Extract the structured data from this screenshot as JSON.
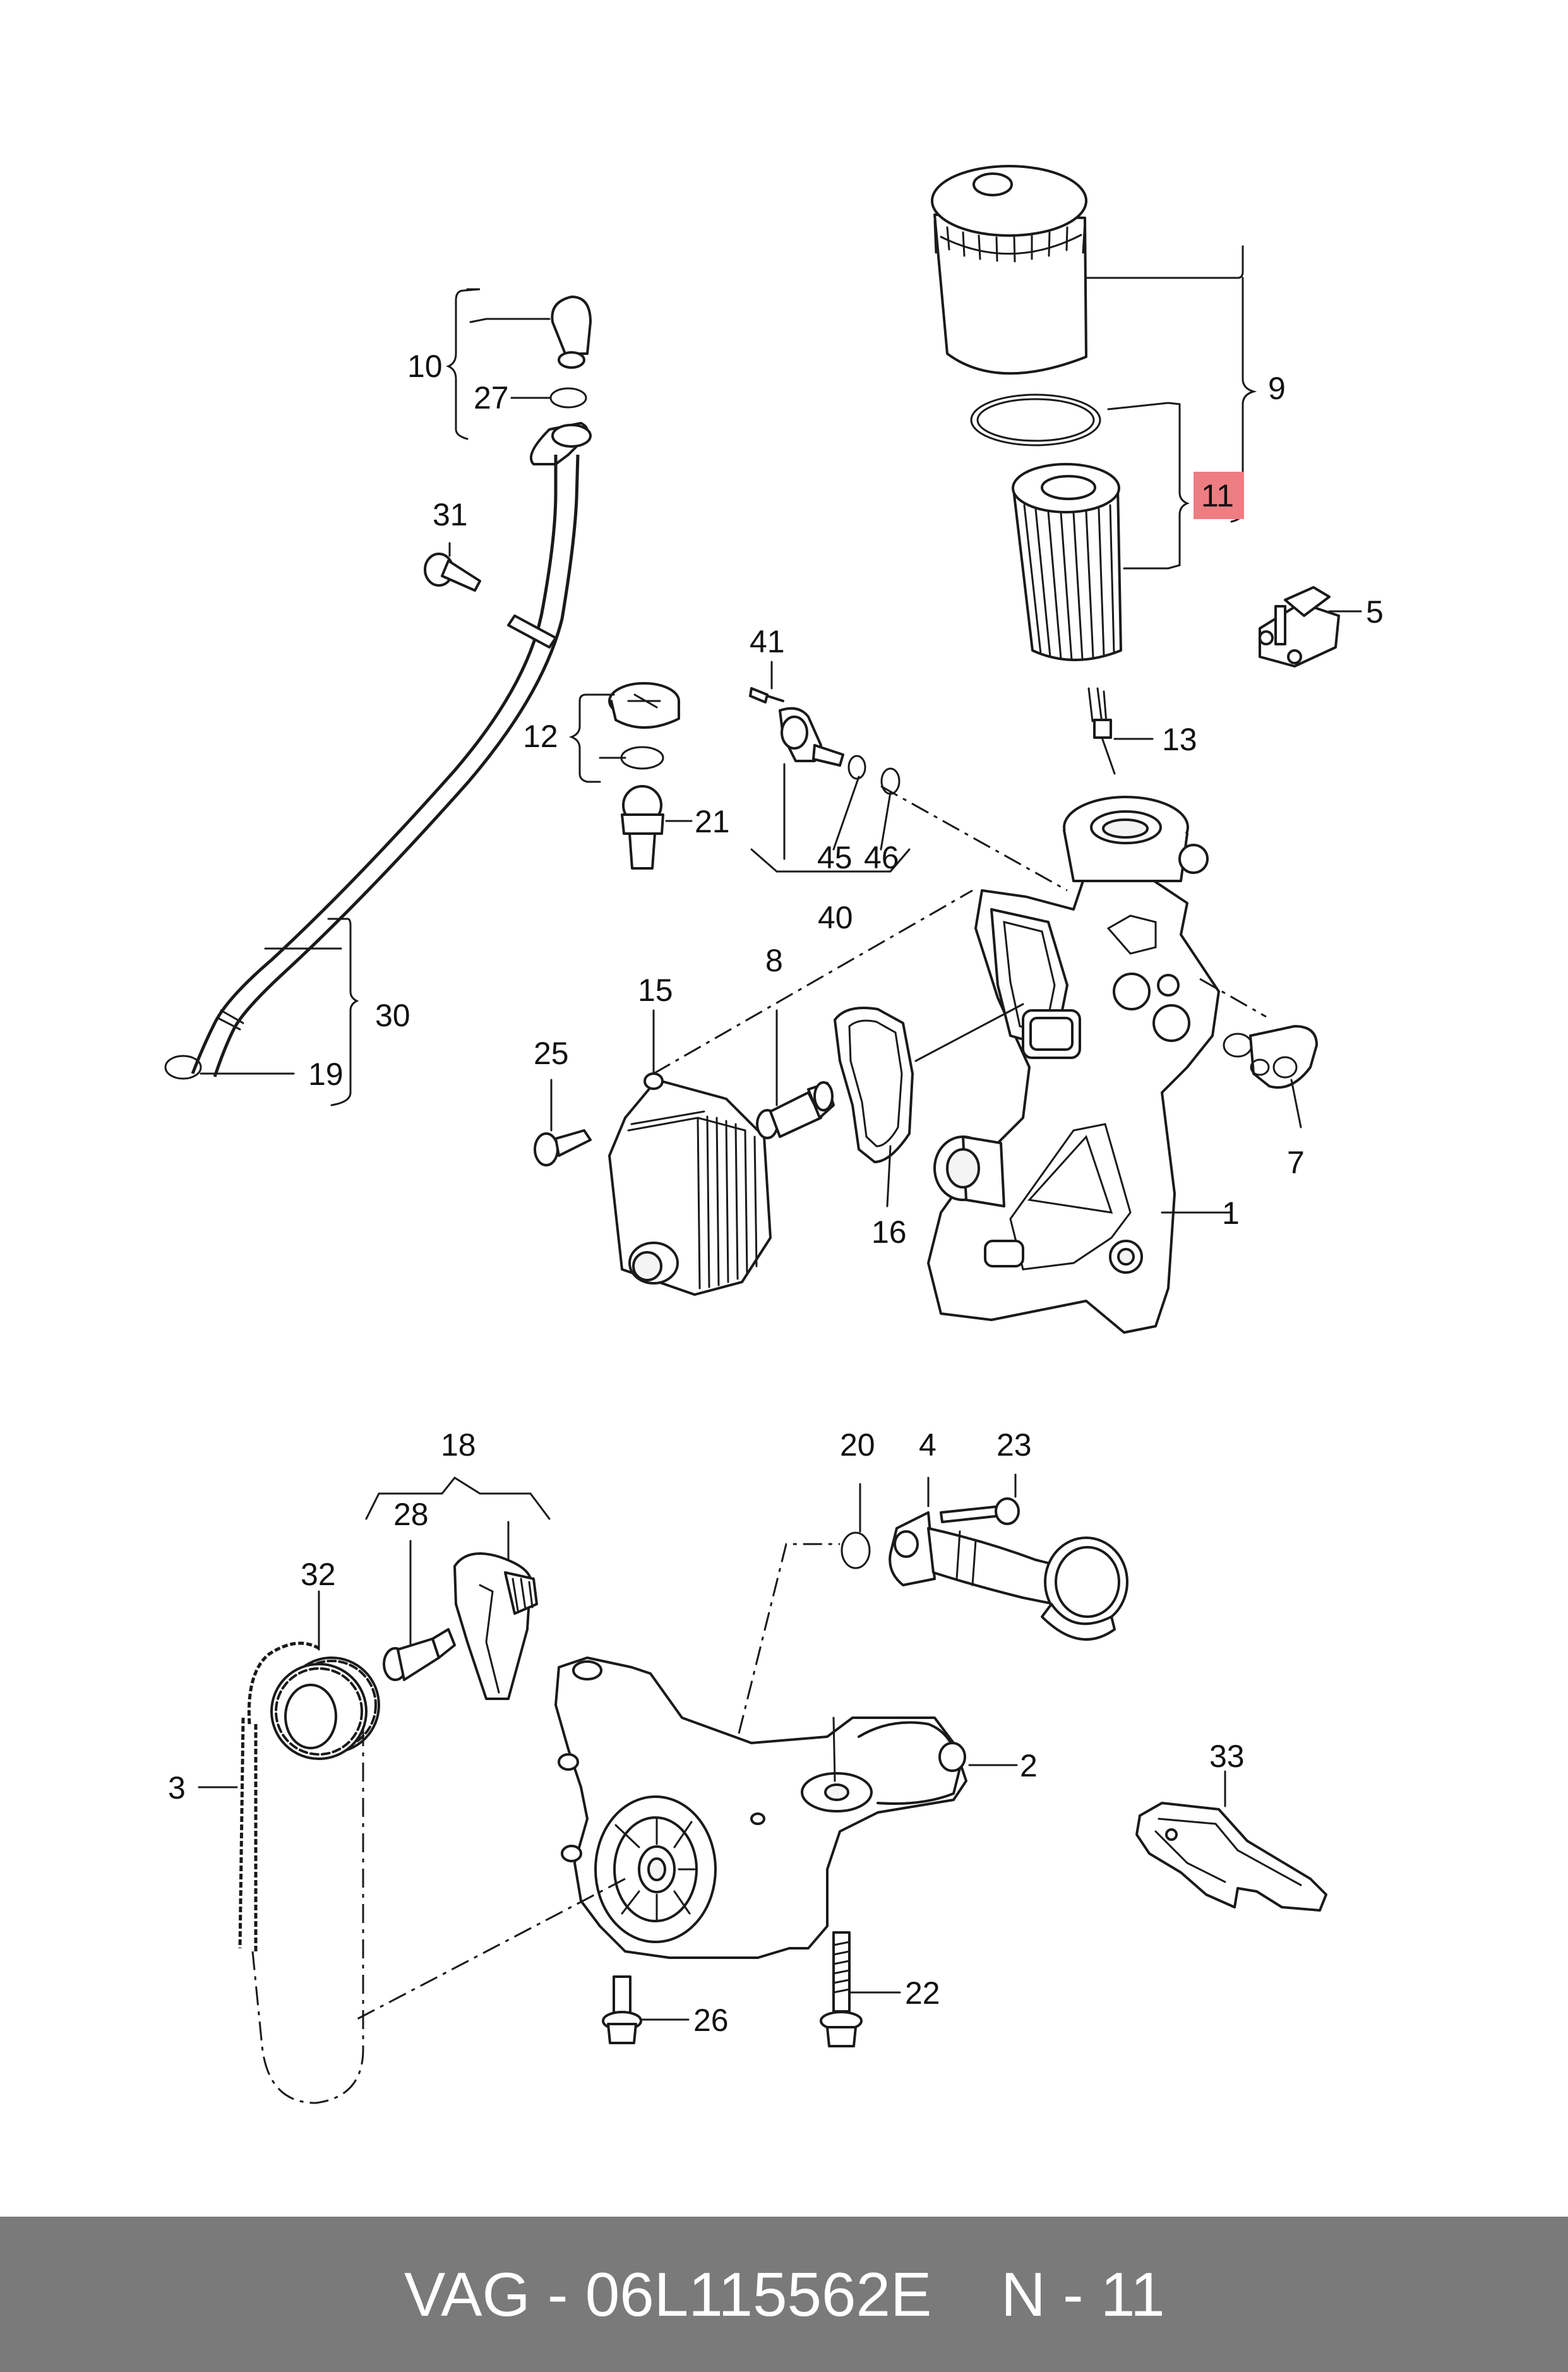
{
  "callouts": {
    "c1": "1",
    "c2": "2",
    "c3": "3",
    "c4": "4",
    "c5": "5",
    "c7": "7",
    "c8": "8",
    "c9": "9",
    "c10": "10",
    "c11": "11",
    "c12": "12",
    "c13": "13",
    "c15": "15",
    "c16": "16",
    "c18": "18",
    "c19": "19",
    "c20": "20",
    "c21": "21",
    "c22": "22",
    "c23": "23",
    "c25": "25",
    "c26": "26",
    "c27": "27",
    "c28": "28",
    "c30": "30",
    "c31": "31",
    "c32": "32",
    "c33": "33",
    "c40": "40",
    "c41": "41",
    "c45": "45",
    "c46": "46"
  },
  "highlight": {
    "callout": "11",
    "color": "#ee7d82"
  },
  "footer": {
    "part_number": "VAG - 06L115562E",
    "page_ref": "N - 11",
    "background": "#7a7a7a",
    "text_color": "#ffffff"
  }
}
